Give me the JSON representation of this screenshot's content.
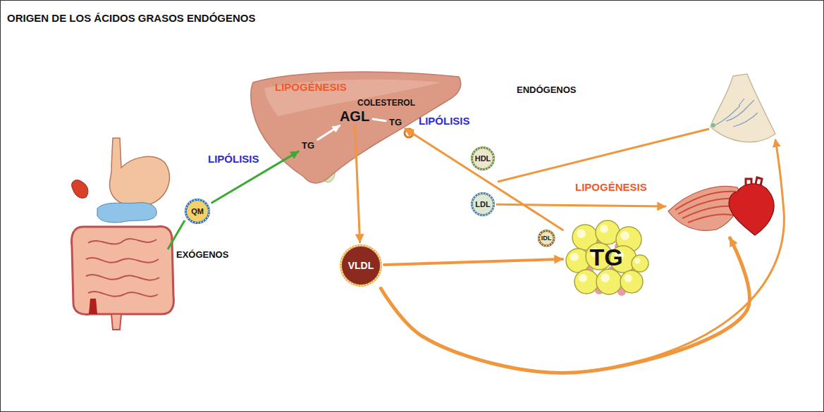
{
  "diagram": {
    "title": "ORIGEN DE LOS ÁCIDOS GRASOS ENDÓGENOS",
    "nodes": [
      {
        "text": [
          "LIPOGÉNESIS"
        ]
      },
      {
        "text": [
          "TG"
        ],
        "in": 0
      },
      {
        "text": [
          "AGL"
        ],
        "in": 0
      },
      {
        "text": [
          "TG"
        ],
        "in": 0
      },
      {
        "text": [
          "QM"
        ]
      },
      {
        "text": [
          "HDL"
        ]
      },
      {
        "text": [
          "LDL"
        ]
      },
      {
        "text": [
          "IDL"
        ]
      },
      {
        "text": [
          "VLDL"
        ]
      },
      {
        "text": [
          "TG"
        ]
      },
      {
        "text": [
          "LIPOGÉNESIS"
        ]
      }
    ],
    "edges": [
      {
        "from": 4,
        "to": 1,
        "arrow": "to"
      },
      {
        "from": 1,
        "to": 2,
        "arrow": "to"
      },
      {
        "from": 3,
        "to": 2,
        "arrow": "none"
      },
      {
        "from": 2,
        "to": 8,
        "arrow": "to"
      },
      {
        "from": 8,
        "to": 9,
        "arrow": "to"
      },
      {
        "from": 9,
        "to": 3,
        "arrow": "to"
      },
      {
        "from": 6,
        "to": 10,
        "arrow": "to"
      },
      {
        "from": 8,
        "to": 10,
        "arrow": "to"
      }
    ],
    "labels": [
      "COLESTEROL",
      "LIPÓLISIS",
      "LIPÓLISIS",
      "ENDÓGENOS",
      "EXÓGENOS"
    ]
  }
}
